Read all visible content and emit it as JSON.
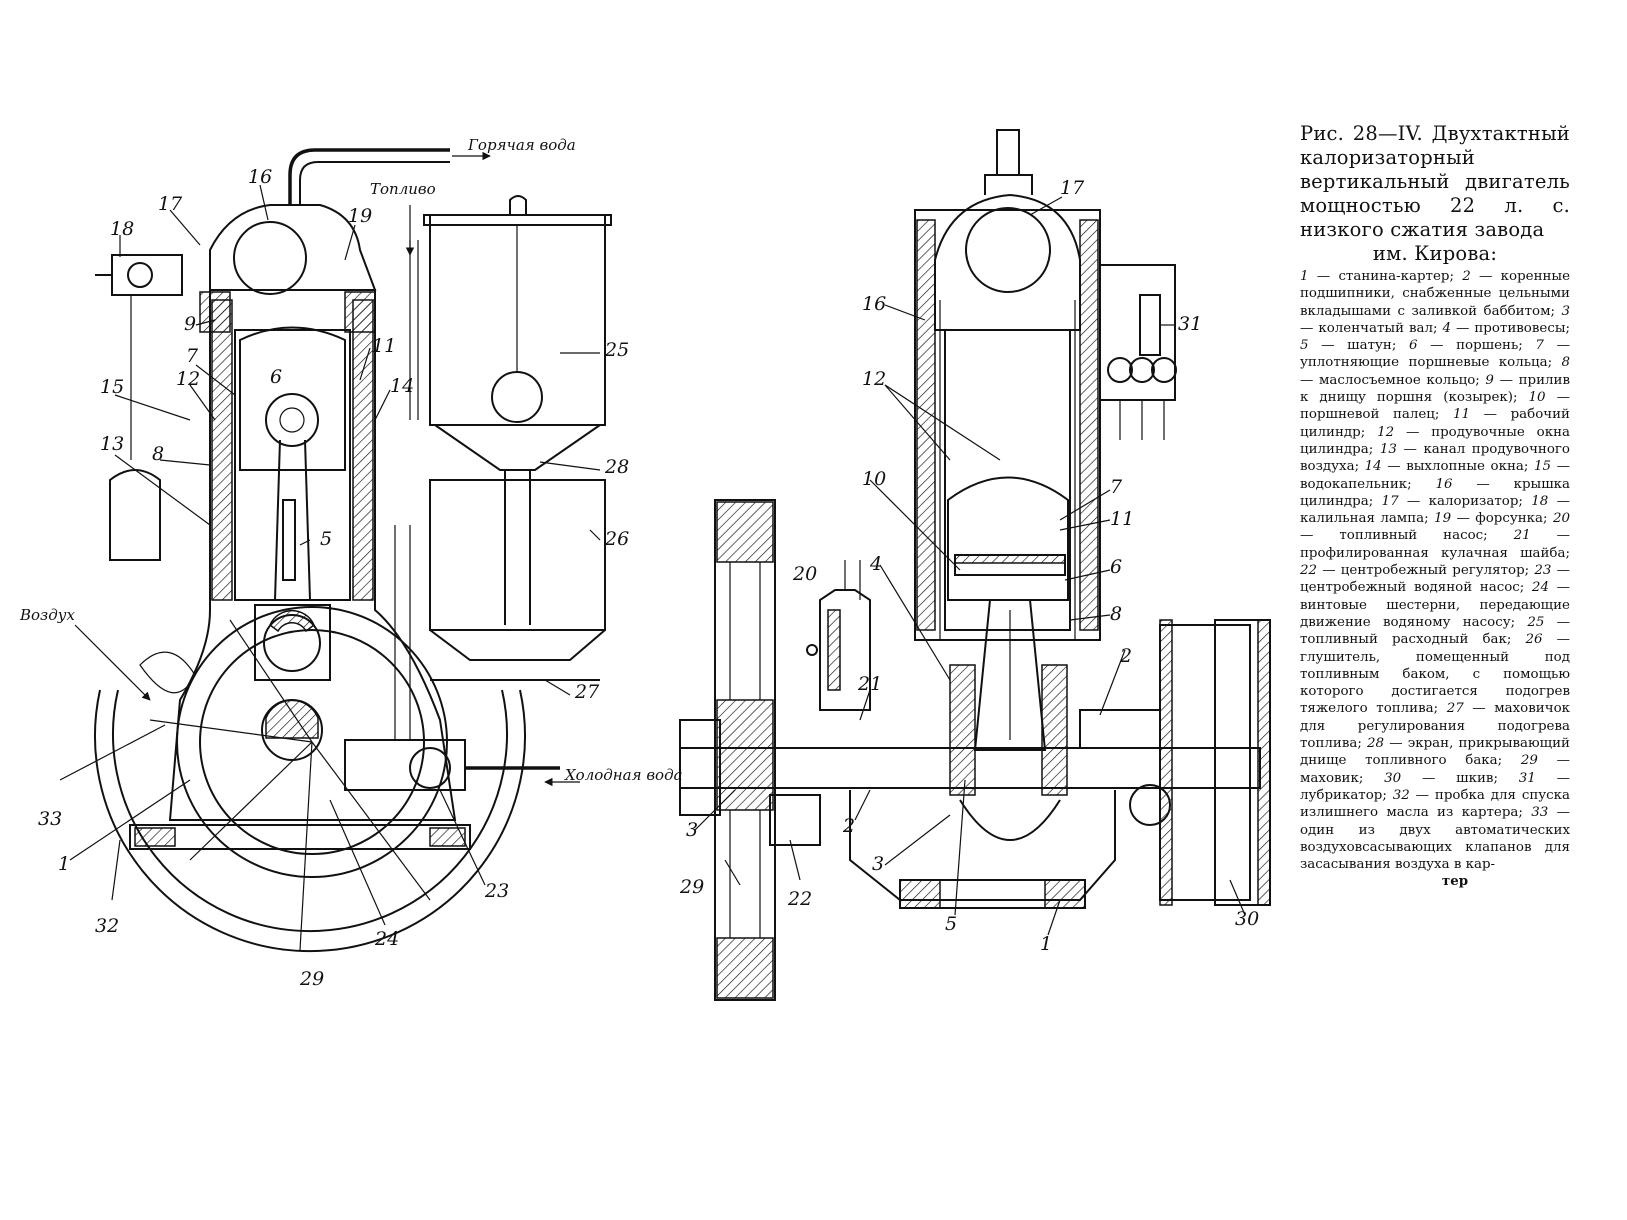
{
  "caption": {
    "title": "Рис. 28—IV. Двухтактный калоризаторный вертикальный двигатель мощностью 22 л. с. низкого сжатия завода",
    "title_end": "им. Кирова:",
    "legend": [
      {
        "num": "1",
        "text": "станина-картер;"
      },
      {
        "num": "2",
        "text": "коренные подшипники, снабженные цельными вкладышами с заливкой баббитом;"
      },
      {
        "num": "3",
        "text": "коленчатый вал;"
      },
      {
        "num": "4",
        "text": "противовесы;"
      },
      {
        "num": "5",
        "text": "шатун;"
      },
      {
        "num": "6",
        "text": "поршень;"
      },
      {
        "num": "7",
        "text": "уплотняющие поршневые кольца;"
      },
      {
        "num": "8",
        "text": "маслосъемное кольцо;"
      },
      {
        "num": "9",
        "text": "прилив к днищу поршня (козырек);"
      },
      {
        "num": "10",
        "text": "поршневой палец;"
      },
      {
        "num": "11",
        "text": "рабочий цилиндр;"
      },
      {
        "num": "12",
        "text": "продувочные окна цилиндра;"
      },
      {
        "num": "13",
        "text": "канал продувочного воздуха;"
      },
      {
        "num": "14",
        "text": "выхлопные окна;"
      },
      {
        "num": "15",
        "text": "водокапельник;"
      },
      {
        "num": "16",
        "text": "крышка цилиндра;"
      },
      {
        "num": "17",
        "text": "калоризатор;"
      },
      {
        "num": "18",
        "text": "калильная лампа;"
      },
      {
        "num": "19",
        "text": "форсунка;"
      },
      {
        "num": "20",
        "text": "топливный насос;"
      },
      {
        "num": "21",
        "text": "профилированная кулачная шайба;"
      },
      {
        "num": "22",
        "text": "центробежный регулятор;"
      },
      {
        "num": "23",
        "text": "центробежный водяной насос;"
      },
      {
        "num": "24",
        "text": "винтовые шестерни, передающие движение водяному насосу;"
      },
      {
        "num": "25",
        "text": "топливный расходный бак;"
      },
      {
        "num": "26",
        "text": "глушитель, помещенный под топливным баком, с помощью которого достигается подогрев тяжелого топлива;"
      },
      {
        "num": "27",
        "text": "маховичок для регулирования подогрева топлива;"
      },
      {
        "num": "28",
        "text": "экран, прикрывающий днище топливного бака;"
      },
      {
        "num": "29",
        "text": "маховик;"
      },
      {
        "num": "30",
        "text": "шкив;"
      },
      {
        "num": "31",
        "text": "лубрикатор;"
      },
      {
        "num": "32",
        "text": "пробка для спуска излишнего масла из картера;"
      },
      {
        "num": "33",
        "text": "один из двух автоматических воздуховсасывающих клапанов для засасывания воздуха в кар-"
      }
    ],
    "tail": "тер"
  },
  "annotations": {
    "hot_water": "Горячая вода",
    "fuel": "Топливо",
    "air": "Воздух",
    "cold_water": "Холодная вода"
  },
  "left_view": {
    "callouts": [
      "16",
      "17",
      "18",
      "19",
      "9",
      "7",
      "12",
      "6",
      "11",
      "14",
      "15",
      "13",
      "8",
      "5",
      "25",
      "28",
      "26",
      "27",
      "33",
      "1",
      "32",
      "24",
      "23",
      "29"
    ]
  },
  "right_view": {
    "callouts": [
      "17",
      "16",
      "12",
      "31",
      "10",
      "7",
      "11",
      "6",
      "4",
      "20",
      "8",
      "2",
      "21",
      "3",
      "2",
      "3",
      "29",
      "22",
      "5",
      "1",
      "30"
    ]
  }
}
